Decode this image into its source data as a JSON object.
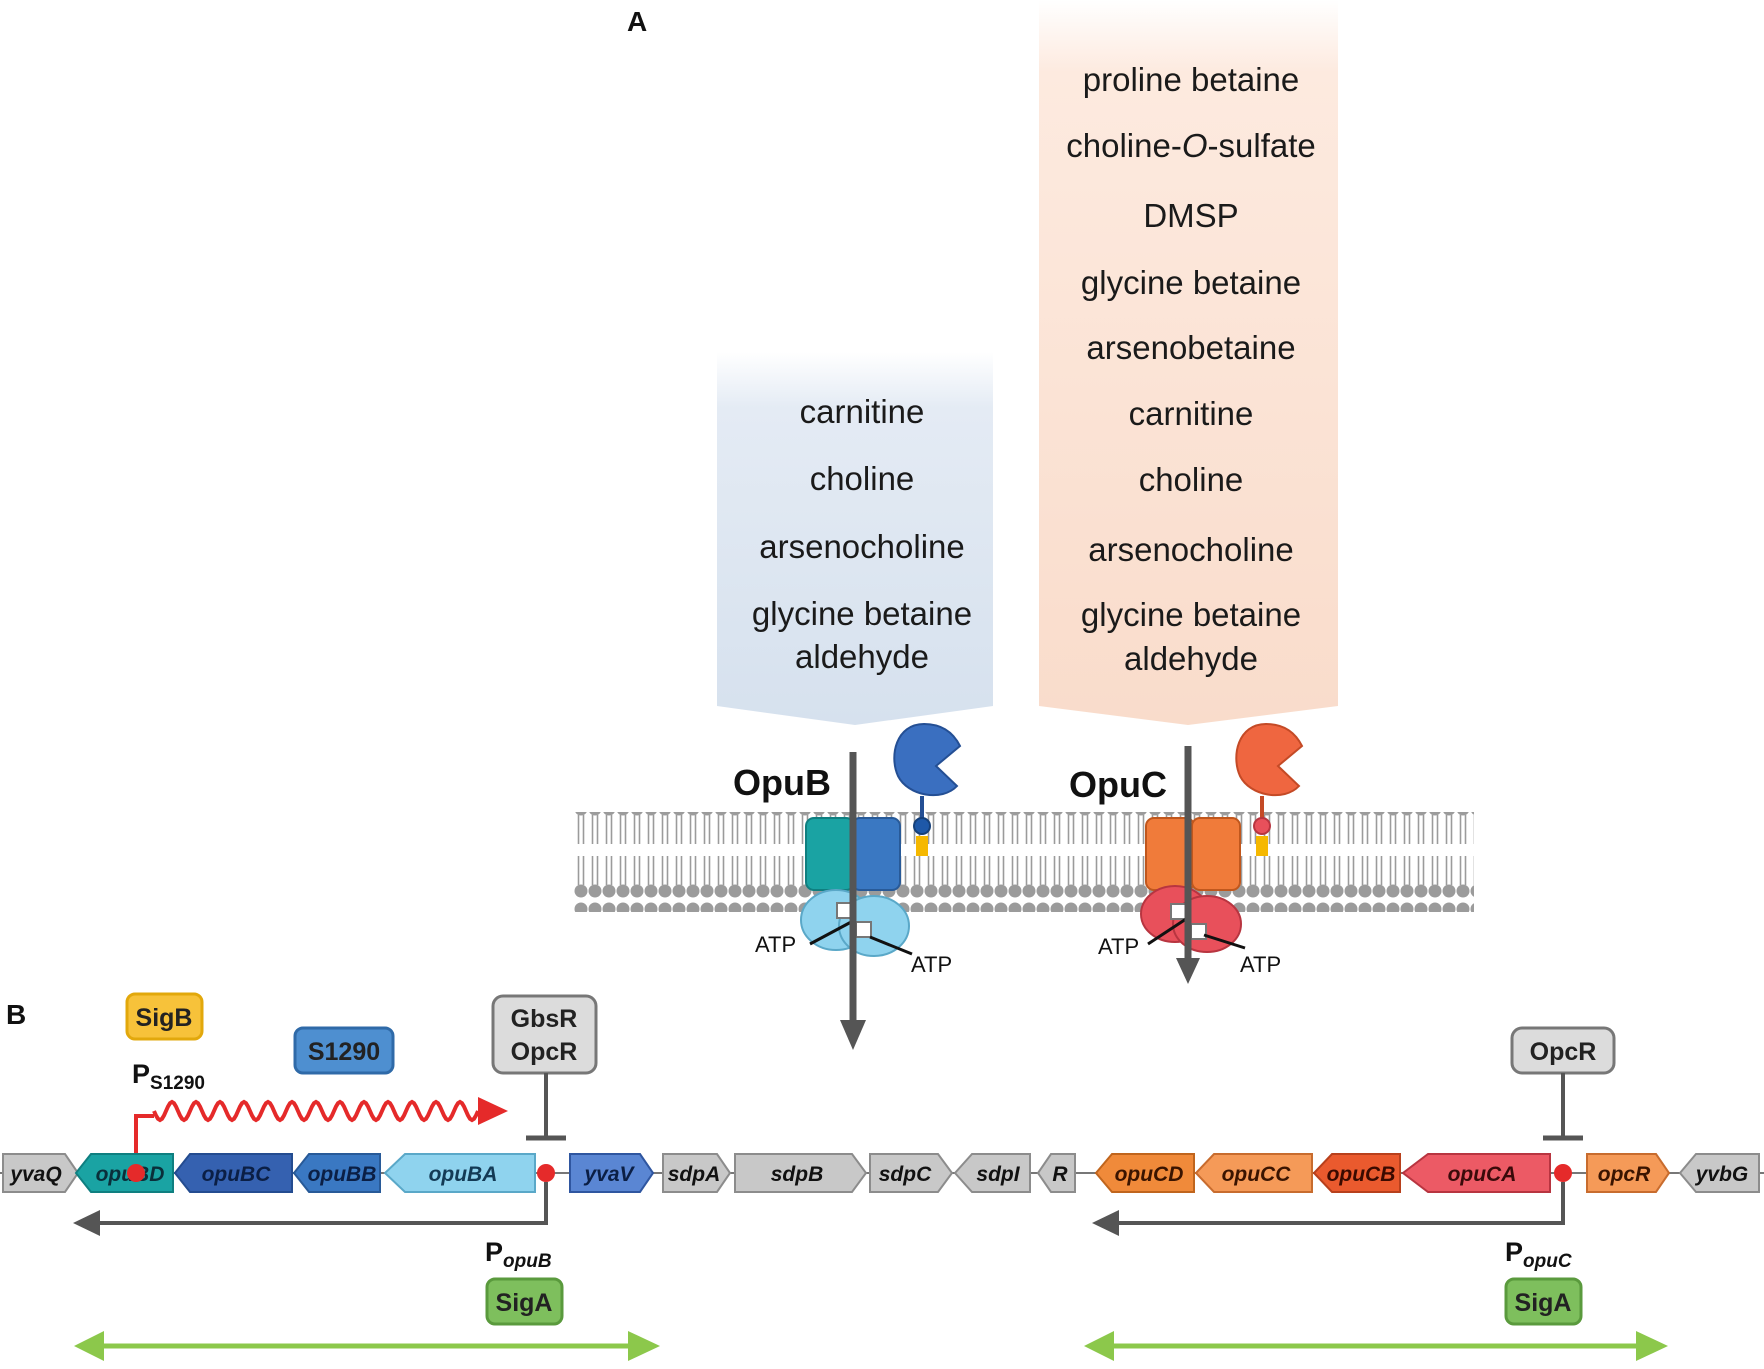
{
  "panels": {
    "a": "A",
    "b": "B"
  },
  "substrates": {
    "opub": [
      "carnitine",
      "choline",
      "arsenocholine",
      "glycine betaine",
      "aldehyde"
    ],
    "opuc": [
      "proline betaine",
      "choline-",
      "O",
      "-sulfate",
      "DMSP",
      "glycine betaine",
      "arsenobetaine",
      "carnitine",
      "choline",
      "arsenocholine",
      "glycine betaine",
      "aldehyde"
    ]
  },
  "transporters": {
    "opub": "OpuB",
    "opuc": "OpuC"
  },
  "atp_label": "ATP",
  "genes": {
    "yvaQ": "yvaQ",
    "opuBD": "opuBD",
    "opuBC": "opuBC",
    "opuBB": "opuBB",
    "opuBA": "opuBA",
    "yvaV": "yvaV",
    "sdpA": "sdpA",
    "sdpB": "sdpB",
    "sdpC": "sdpC",
    "sdpI": "sdpI",
    "R": "R",
    "opuCD": "opuCD",
    "opuCC": "opuCC",
    "opuCB": "opuCB",
    "opuCA": "opuCA",
    "opcR": "opcR",
    "yvbG": "yvbG"
  },
  "regulators": {
    "sigB": "SigB",
    "s1290": "S1290",
    "gbsr": "GbsR",
    "opcr_left": "OpcR",
    "opcr_right": "OpcR",
    "siga_left": "SigA",
    "siga_right": "SigA"
  },
  "promoters": {
    "ps1290_main": "P",
    "ps1290_sub": "S1290",
    "popub_main": "P",
    "popub_sub": "opuB",
    "popuc_main": "P",
    "popuc_sub": "opuC"
  },
  "colors": {
    "opub_funnel": "#dfe7f2",
    "opuc_funnel": "#fbe3d4",
    "membrane": "#9a9a9a",
    "opub_teal": "#1aa3a3",
    "opub_blue": "#3a78c2",
    "opub_atpase": "#8fd3ee",
    "opuc_orange": "#f07b3a",
    "opuc_atpase": "#e8505b",
    "sigb": "#f7c23a",
    "s1290": "#4e8fd0",
    "siga": "#7ebf5d",
    "red": "#e52a2a",
    "green_arrow": "#8cc84b",
    "gray_gene": "#c8c8c8"
  }
}
